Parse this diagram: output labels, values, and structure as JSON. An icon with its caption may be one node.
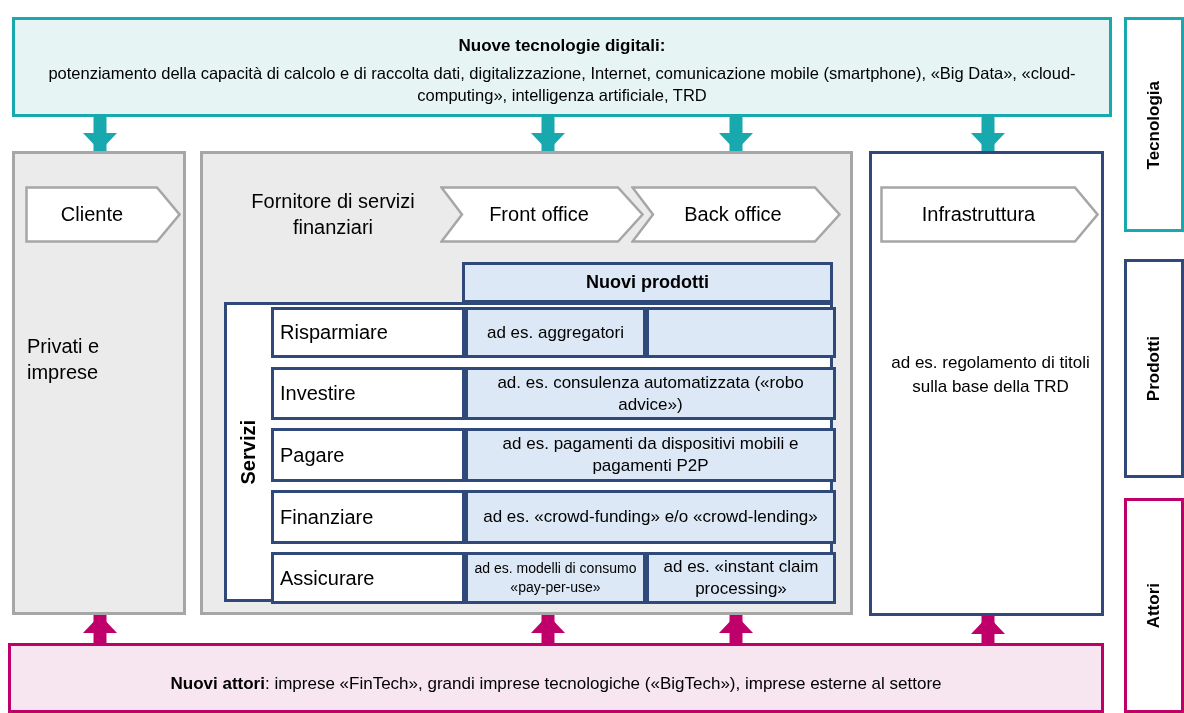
{
  "diagram": {
    "nodes": [
      {
        "text": [
          "Nuove tecnologie digitali:",
          "potenziamento della capacità di calcolo e di raccolta dati, digitalizzazione, Internet, comunicazione mobile (smartphone), «Big Data», «cloud-computing», intelligenza artificiale, TRD"
        ]
      },
      {
        "text": [
          "Privati e imprese"
        ]
      },
      {
        "text": [
          "Cliente"
        ],
        "in": 1
      },
      {
        "text": [
          "Fornitore di servizi finanziari"
        ]
      },
      {
        "text": [
          "Front office"
        ],
        "in": 3
      },
      {
        "text": [
          "Back office"
        ],
        "in": 3
      },
      {
        "text": [
          "Nuovi prodotti"
        ],
        "in": 3
      },
      {
        "text": [
          "Servizi"
        ],
        "in": 3
      },
      {
        "text": [
          "Risparmiare"
        ],
        "in": 7
      },
      {
        "text": [
          "ad es. aggregatori"
        ],
        "in": 7
      },
      {
        "text": [],
        "shape": "box",
        "in": 7
      },
      {
        "text": [
          "Investire"
        ],
        "in": 7
      },
      {
        "text": [
          "ad. es. consulenza automatizzata («robo advice»)"
        ],
        "in": 7
      },
      {
        "text": [
          "Pagare"
        ],
        "in": 7
      },
      {
        "text": [
          "ad es. pagamenti da dispositivi mobili e pagamenti P2P"
        ],
        "in": 7
      },
      {
        "text": [
          "Finanziare"
        ],
        "in": 7
      },
      {
        "text": [
          "ad es. «crowd-funding» e/o «crowd-lending»"
        ],
        "in": 7
      },
      {
        "text": [
          "Assicurare"
        ],
        "in": 7
      },
      {
        "text": [
          "ad es. modelli di consumo «pay-per-use»"
        ],
        "in": 7
      },
      {
        "text": [
          "ad es. «instant claim processing»"
        ],
        "in": 7
      },
      {
        "text": [
          "ad es. regolamento di titoli sulla base della TRD"
        ]
      },
      {
        "text": [
          "Infrastruttura"
        ],
        "in": 20
      },
      {
        "text": [
          "**Nuovi attori**: imprese «FinTech», grandi imprese tecnologiche («BigTech»), imprese esterne al settore"
        ]
      },
      {
        "text": [
          "Tecnologia"
        ]
      },
      {
        "text": [
          "Prodotti"
        ]
      },
      {
        "text": [
          "Attori"
        ]
      }
    ],
    "edges": [
      {
        "from": 0,
        "to": 1,
        "arrow": "to",
        "color": "#17a9ad"
      },
      {
        "from": 0,
        "to": 3,
        "arrow": "to",
        "color": "#17a9ad"
      },
      {
        "from": 0,
        "to": 3,
        "arrow": "to",
        "color": "#17a9ad"
      },
      {
        "from": 0,
        "to": 20,
        "arrow": "to",
        "color": "#17a9ad"
      },
      {
        "from": 22,
        "to": 1,
        "arrow": "to",
        "color": "#c0006a"
      },
      {
        "from": 22,
        "to": 3,
        "arrow": "to",
        "color": "#c0006a"
      },
      {
        "from": 22,
        "to": 3,
        "arrow": "to",
        "color": "#c0006a"
      },
      {
        "from": 22,
        "to": 20,
        "arrow": "to",
        "color": "#c0006a"
      }
    ]
  }
}
